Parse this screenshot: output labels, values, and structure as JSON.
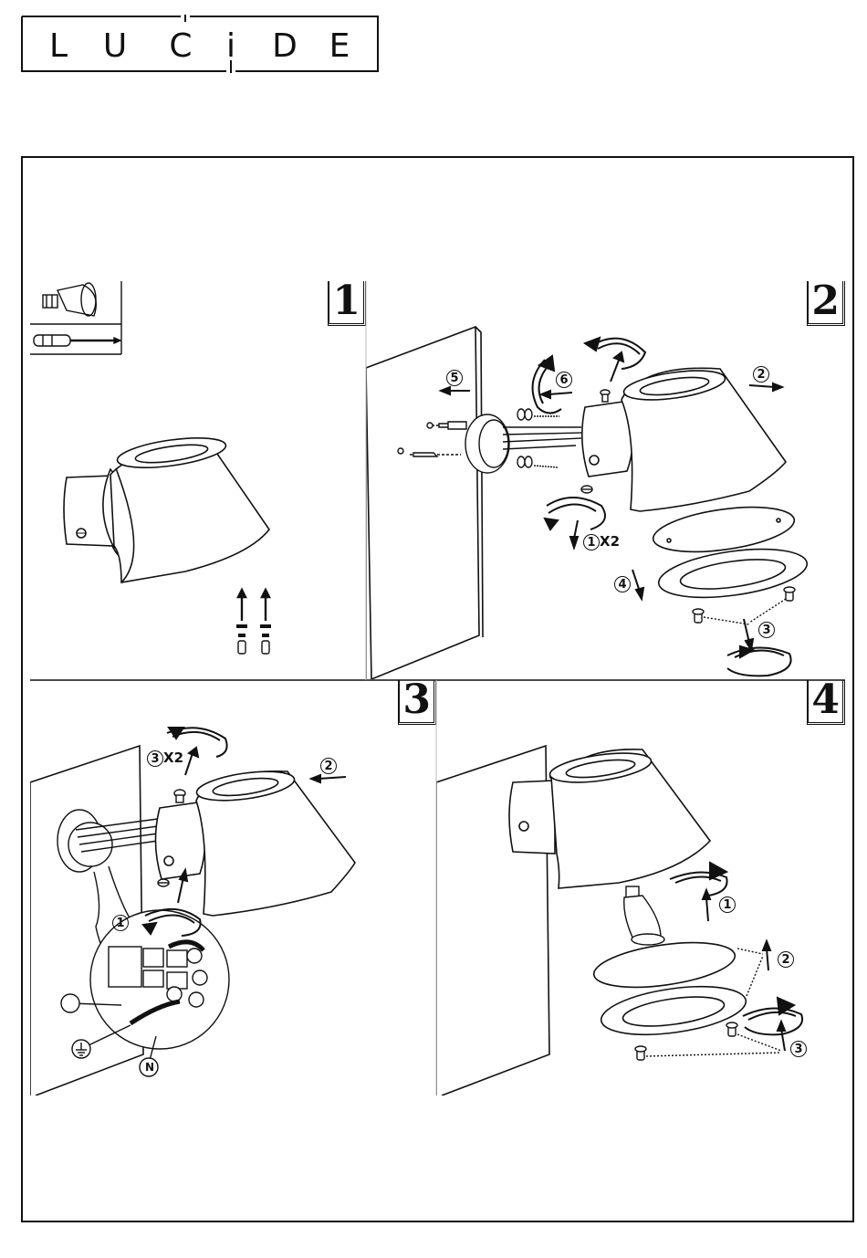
{
  "brand": {
    "letters": [
      "L",
      "U",
      "C",
      "i",
      "D",
      "E"
    ]
  },
  "panels": [
    {
      "number": "1"
    },
    {
      "number": "2",
      "labels": {
        "step5": "5",
        "step6": "6",
        "step2": "2",
        "step1": "1",
        "step1_mult": "X2",
        "step4": "4",
        "step3": "3"
      }
    },
    {
      "number": "3",
      "labels": {
        "step3": "3",
        "step3_mult": "X2",
        "step2": "2",
        "step1": "1",
        "neutral": "N"
      }
    },
    {
      "number": "4",
      "labels": {
        "step1": "1",
        "step2": "2",
        "step3": "3"
      }
    }
  ],
  "icons": {
    "bulb": "gu10-bulb-icon",
    "screwdriver": "screwdriver-icon",
    "earth": "earth-ground-icon",
    "arrow": "arrow-icon",
    "rotate": "rotate-arrow-icon"
  }
}
